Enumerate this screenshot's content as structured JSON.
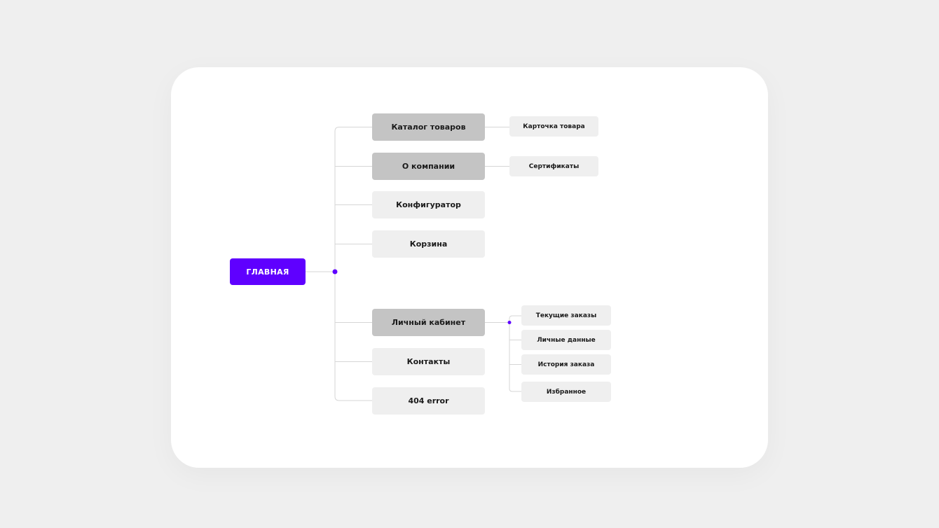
{
  "root": {
    "label": "ГЛАВНАЯ"
  },
  "pages": [
    {
      "label": "Каталог товаров",
      "children": [
        "Карточка товара"
      ]
    },
    {
      "label": "О компании",
      "children": [
        "Сертификаты"
      ]
    },
    {
      "label": "Конфигуратор",
      "children": []
    },
    {
      "label": "Корзина",
      "children": []
    },
    {
      "label": "Личный кабинет",
      "children": [
        "Текущие заказы",
        "Личные данные",
        "История заказа",
        "Избранное"
      ]
    },
    {
      "label": "Контакты",
      "children": []
    },
    {
      "label": "404 error",
      "children": []
    }
  ],
  "colors": {
    "accent": "#5f00ff",
    "parent_node": "#c4c4c4",
    "leaf_node": "#efefef",
    "connector": "#d6d6d6"
  }
}
